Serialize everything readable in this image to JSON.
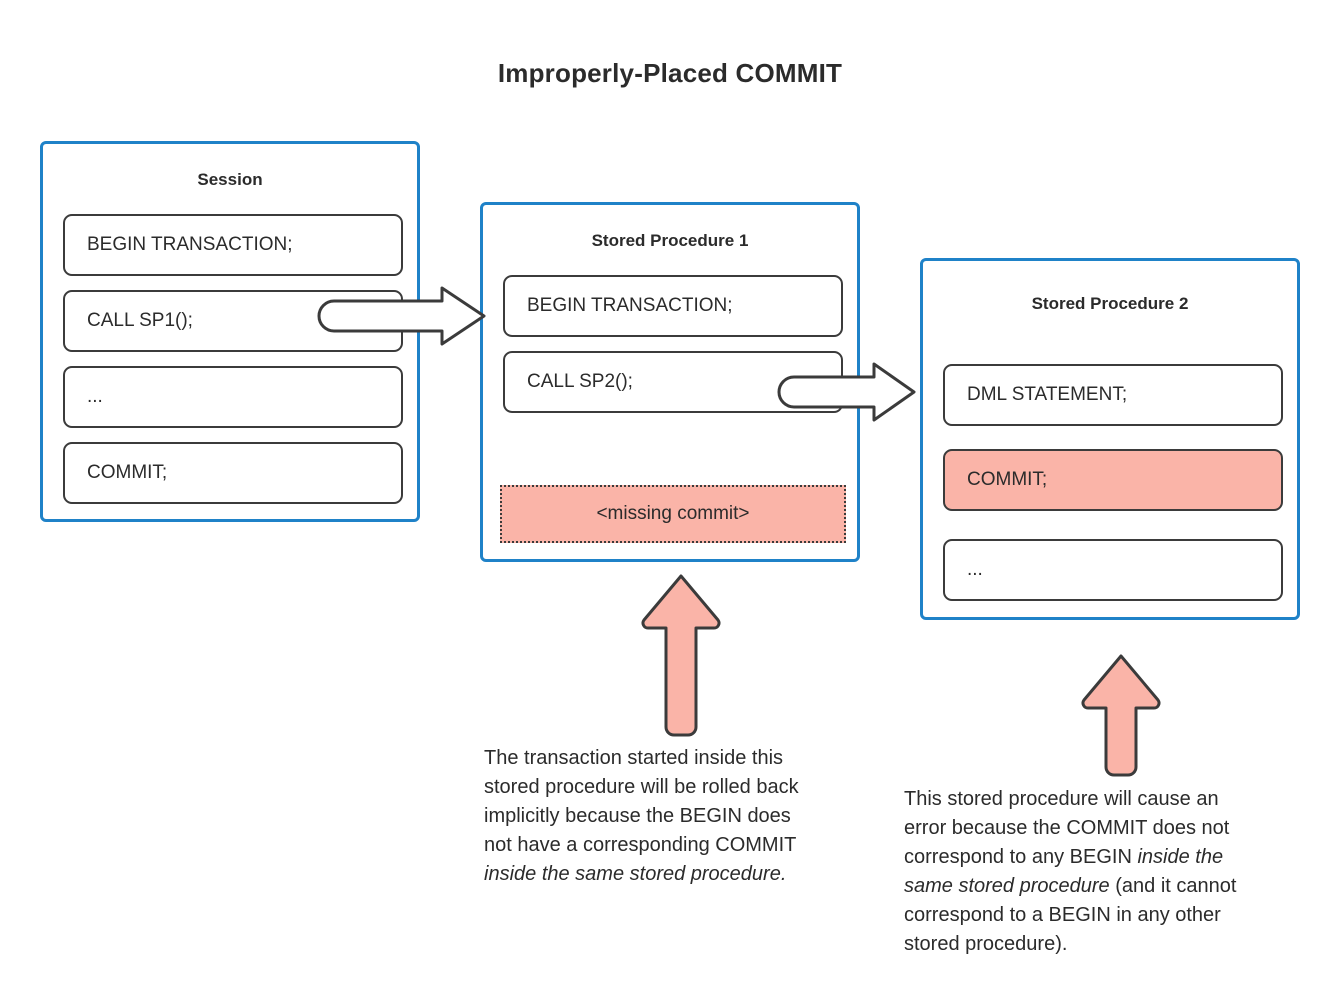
{
  "title": "Improperly-Placed COMMIT",
  "colors": {
    "container_border": "#1f82c8",
    "statement_border": "#3b3b3b",
    "highlight_fill": "#fab4a8",
    "arrow_fill": "#ffffff",
    "arrow_stroke": "#3b3b3b",
    "callout_arrow_fill": "#fab4a8",
    "text": "#2b2b2b",
    "background": "#ffffff"
  },
  "session": {
    "title": "Session",
    "statements": [
      {
        "text": "BEGIN TRANSACTION;",
        "style": "normal"
      },
      {
        "text": "CALL SP1();",
        "style": "normal"
      },
      {
        "text": "...",
        "style": "normal"
      },
      {
        "text": "COMMIT;",
        "style": "normal"
      }
    ]
  },
  "stored_procedure_1": {
    "title": "Stored Procedure 1",
    "statements": [
      {
        "text": "BEGIN TRANSACTION;",
        "style": "normal"
      },
      {
        "text": "CALL SP2();",
        "style": "normal"
      },
      {
        "text": "<missing commit>",
        "style": "missing"
      }
    ]
  },
  "stored_procedure_2": {
    "title": "Stored Procedure 2",
    "statements": [
      {
        "text": "DML STATEMENT;",
        "style": "normal"
      },
      {
        "text": "COMMIT;",
        "style": "highlight"
      },
      {
        "text": "...",
        "style": "normal"
      }
    ]
  },
  "annotations": {
    "sp1_note": {
      "line1": "The transaction started inside this",
      "line2": "stored procedure will be rolled back",
      "line3": "implicitly because the BEGIN does",
      "line4": "not have a corresponding COMMIT",
      "line5_italic": "inside the same stored procedure."
    },
    "sp2_note": {
      "line1": "This stored procedure will cause an",
      "line2": "error because the COMMIT does not",
      "line3_a": "correspond to any BEGIN ",
      "line3_italic": "inside the",
      "line4_italic": "same stored procedure",
      "line4_b": " (and it cannot",
      "line5": "correspond to a BEGIN in any other",
      "line6": "stored procedure)."
    }
  },
  "connectors": {
    "session_to_sp1": "block-arrow-right",
    "sp1_to_sp2": "block-arrow-right",
    "note1_to_sp1": "block-arrow-up",
    "note2_to_sp2": "block-arrow-up"
  }
}
